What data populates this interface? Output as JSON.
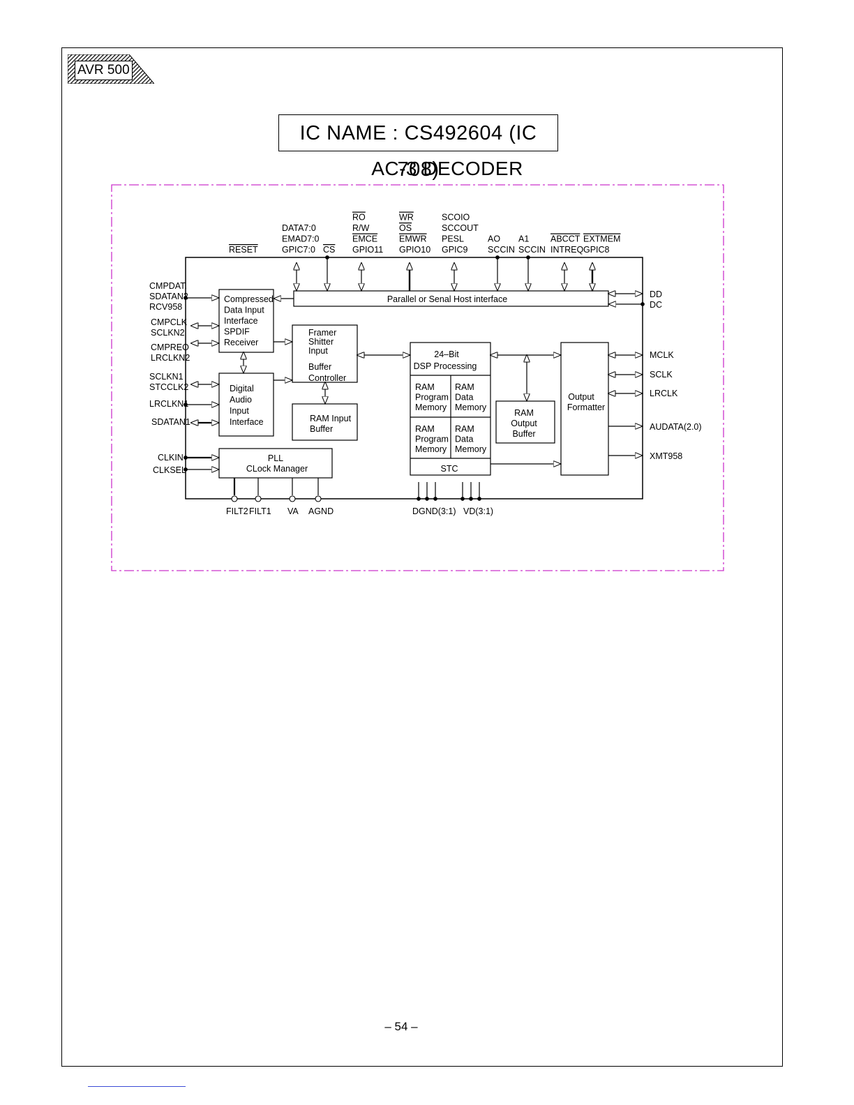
{
  "header_tag": {
    "label": "AVR 500"
  },
  "ic_name": "IC NAME : CS492604 (IC 708)",
  "subtitle": "AC-3 DECODER",
  "page_number": "– 54 –",
  "top_pins": [
    {
      "lines": [
        "RESET"
      ],
      "overline": [
        0
      ]
    },
    {
      "lines": [
        "DATA7:0",
        "EMAD7:0",
        "GPIC7:0"
      ],
      "overline": []
    },
    {
      "lines": [
        "CS"
      ],
      "overline": [
        0
      ]
    },
    {
      "lines": [
        "RO",
        "R/W",
        "EMCE",
        "GPIO11"
      ],
      "overline": [
        0,
        2
      ]
    },
    {
      "lines": [
        "WR",
        "OS",
        "EMWR",
        "GPIO10"
      ],
      "overline": [
        0,
        1,
        2
      ]
    },
    {
      "lines": [
        "SCOIO",
        "SCCOUT",
        "PESL",
        "GPIC9"
      ],
      "overline": []
    },
    {
      "lines": [
        "AO",
        "SCCIN"
      ],
      "overline": []
    },
    {
      "lines": [
        "A1",
        "SCCIN"
      ],
      "overline": []
    },
    {
      "lines": [
        "ABCCT",
        "INTREQ"
      ],
      "overline": [
        0
      ]
    },
    {
      "lines": [
        "EXTMEM",
        "GPIC8"
      ],
      "overline": [
        0
      ]
    }
  ],
  "left_pins": [
    {
      "lines": [
        "CMPDAT.",
        "SDATAN2",
        "RCV958"
      ]
    },
    {
      "lines": [
        "CMPCLK",
        "SCLKN2"
      ]
    },
    {
      "lines": [
        "CMPREO",
        "LRCLKN2"
      ]
    },
    {
      "lines": [
        "SCLKN1",
        "STCCLK2"
      ]
    },
    {
      "lines": [
        "LRCLKN1"
      ]
    },
    {
      "lines": [
        "SDATAN1"
      ]
    },
    {
      "lines": [
        "CLKIN"
      ]
    },
    {
      "lines": [
        "CLKSEL"
      ]
    }
  ],
  "right_pins": [
    "DD",
    "DC",
    "MCLK",
    "SCLK",
    "LRCLK",
    "AUDATA(2.0)",
    "XMT958"
  ],
  "bottom_pins": [
    "FILT2",
    "FILT1",
    "VA",
    "AGND",
    "DGND(3:1)",
    "VD(3:1)"
  ],
  "blocks": {
    "host_interface": [
      "Parallel or Senal Host interface"
    ],
    "compressed_input": [
      "Compressed",
      "Data Input",
      "Interface",
      "SPDIF",
      "Receiver"
    ],
    "framer": [
      "Framer",
      "Shitter",
      "Input",
      "Buffer",
      "Controller"
    ],
    "digital_audio": [
      "Digital",
      "Audio",
      "Input",
      "Interface"
    ],
    "ram_input_buffer": [
      "RAM Input",
      "Buffer"
    ],
    "pll": [
      "PLL",
      "CLock Manager"
    ],
    "dsp": [
      "24–Bit",
      "DSP Processing"
    ],
    "ram_prog_1": [
      "RAM",
      "Program",
      "Memory"
    ],
    "ram_data_1": [
      "RAM",
      "Data",
      "Memory"
    ],
    "ram_prog_2": [
      "RAM",
      "Program",
      "Memory"
    ],
    "ram_data_2": [
      "RAM",
      "Data",
      "Memory"
    ],
    "stc": [
      "STC"
    ],
    "ram_output_buffer": [
      "RAM",
      "Output",
      "Buffer"
    ],
    "output_formatter": [
      "Output",
      "Formatter"
    ]
  },
  "colors": {
    "dashed_border": "#cc33cc",
    "ink": "#000000",
    "link_line": "#3b4bd6"
  }
}
